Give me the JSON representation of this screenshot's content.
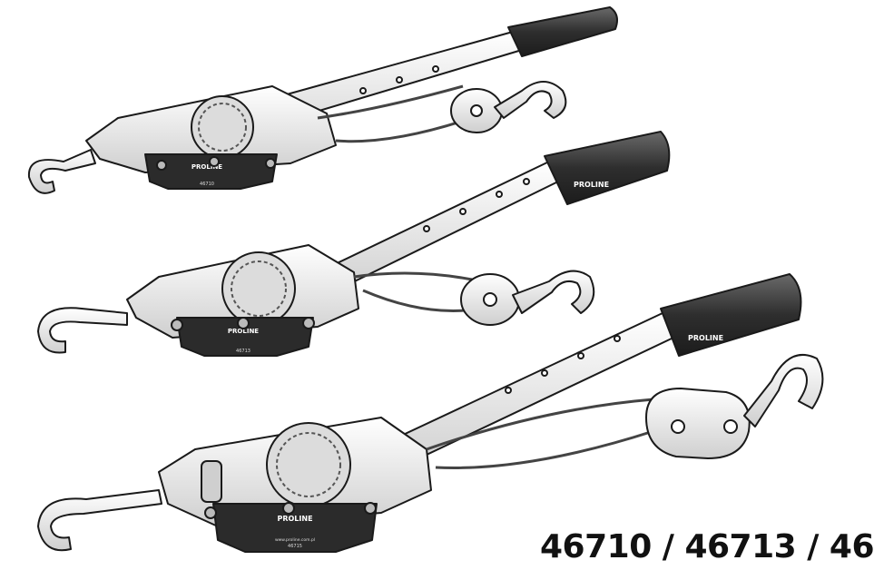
{
  "product": {
    "caption": "46710 / 46713 / 46",
    "brand": "PROLINE",
    "pullers": [
      {
        "model": "46710",
        "plate_label": "PROLINE",
        "plate_model": "46710"
      },
      {
        "model": "46713",
        "plate_label": "PROLINE",
        "plate_model": "46713",
        "grip_label": "PROLINE"
      },
      {
        "model": "46715",
        "plate_label": "PROLINE",
        "plate_model": "46715",
        "grip_label": "PROLINE",
        "plate_url": "www.proline.com.pl"
      }
    ]
  },
  "colors": {
    "metal": "#e9e9e9",
    "outline": "#1a1a1a",
    "plate": "#2b2b2b",
    "grip": "#3a3a3a"
  }
}
